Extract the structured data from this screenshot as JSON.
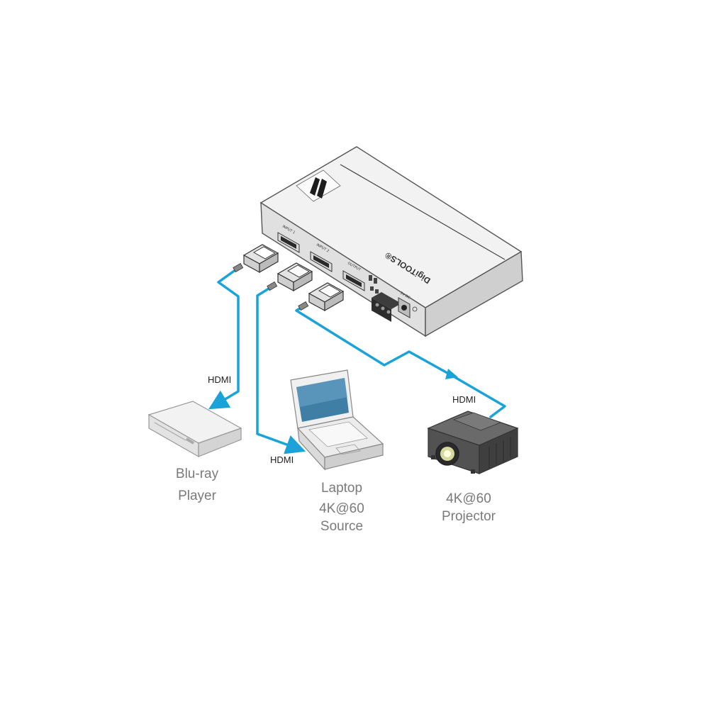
{
  "device": {
    "brand_text": "DigiTOOLS®",
    "ports": {
      "input1": "INPUT 1",
      "input2": "INPUT 2",
      "output": "OUTPUT",
      "power": "5V DC"
    },
    "colors": {
      "body": "#dedede",
      "top": "#f1f1f1",
      "edge": "#555555"
    }
  },
  "cables": {
    "color": "#1aa3d9",
    "bluray_label": "HDMI",
    "laptop_label": "HDMI",
    "projector_label": "HDMI"
  },
  "devices": {
    "bluray": {
      "line1": "Blu-ray",
      "line2": "Player"
    },
    "laptop": {
      "line1": "Laptop",
      "line2": "4K@60",
      "line3": "Source"
    },
    "projector": {
      "line1": "4K@60",
      "line2": "Projector"
    }
  }
}
